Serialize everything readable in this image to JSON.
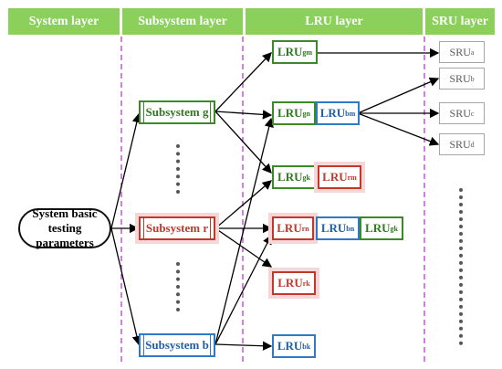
{
  "headers": {
    "system": "System layer",
    "subsystem": "Subsystem layer",
    "lru": "LRU layer",
    "sru": "SRU layer"
  },
  "root": {
    "line1": "System basic",
    "line2": "testing parameters"
  },
  "subsystems": {
    "g": "Subsystem g",
    "r": "Subsystem r",
    "b": "Subsystem b"
  },
  "lru": {
    "gm": {
      "base": "LRU",
      "sub": "gm"
    },
    "gn": {
      "base": "LRU",
      "sub": "gn"
    },
    "bm": {
      "base": "LRU",
      "sub": "bm"
    },
    "gk": {
      "base": "LRU",
      "sub": "gk"
    },
    "rm": {
      "base": "LRU",
      "sub": "rm"
    },
    "rn": {
      "base": "LRU",
      "sub": "rn"
    },
    "bn": {
      "base": "LRU",
      "sub": "bn"
    },
    "gk2": {
      "base": "LRU",
      "sub": "gk"
    },
    "rk": {
      "base": "LRU",
      "sub": "rk"
    },
    "bk": {
      "base": "LRU",
      "sub": "bk"
    }
  },
  "sru": {
    "a": {
      "base": "SRU",
      "sub": "a"
    },
    "b": {
      "base": "SRU",
      "sub": "b"
    },
    "c": {
      "base": "SRU",
      "sub": "c"
    },
    "d": {
      "base": "SRU",
      "sub": "d"
    }
  },
  "colors": {
    "header_bg": "#8bd05a",
    "green": "#3a8a25",
    "red": "#c0392b",
    "blue": "#2f7ac7",
    "gray": "#a6a6a6",
    "divider": "#b02ec8"
  }
}
